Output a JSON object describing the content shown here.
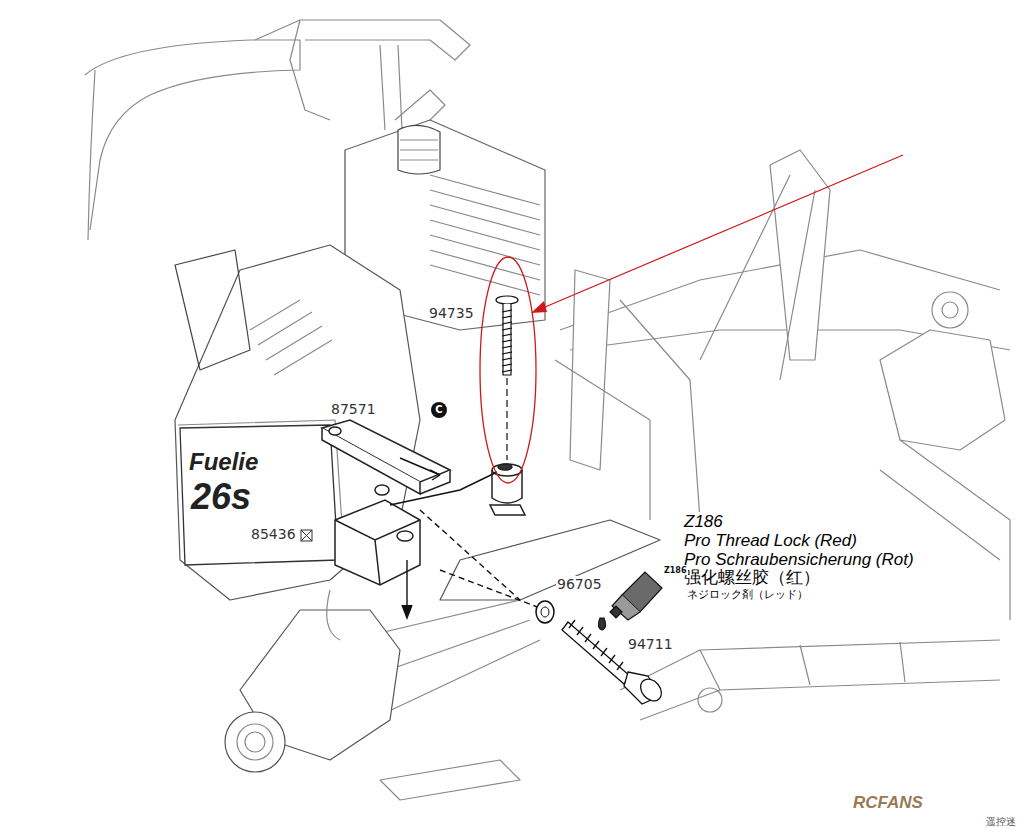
{
  "diagram": {
    "nodes": [
      {
        "text": [
          "C"
        ]
      }
    ],
    "labels": [
      "94735",
      "87571",
      "85436",
      "Z186",
      "Pro Thread Lock (Red)",
      "Pro Schraubensicherung (Rot)",
      "强化螺丝胶（红）",
      "ネジロック剤（レッド）",
      "96705",
      "94711",
      "Fuelie",
      "26s",
      "Z186",
      "RCFANS",
      "遥控迷"
    ]
  }
}
